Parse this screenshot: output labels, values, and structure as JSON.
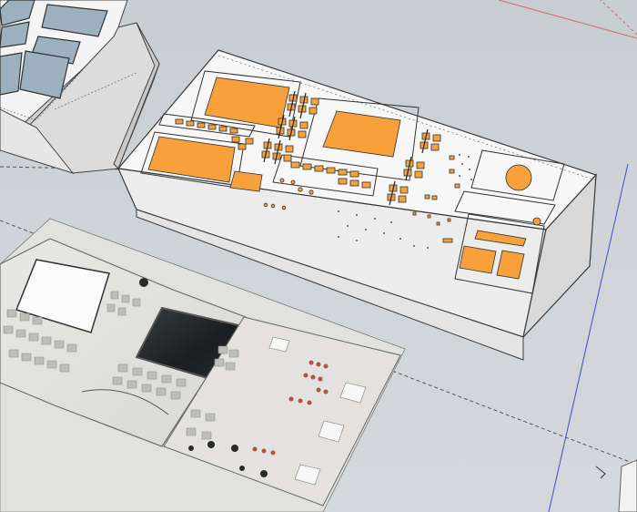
{
  "app": {
    "kind": "3d-modeling-viewport",
    "view": "perspective"
  },
  "colors": {
    "sky": "#c8cdd2",
    "ground": "#d3d8dc",
    "panel_face": "#f7f7f7",
    "panel_side": "#e3e3e3",
    "panel_dark_side": "#cfcfcf",
    "edge": "#3a3a3a",
    "orange": "#f7a03c",
    "screen_blue": "#9fb3c0",
    "axis_red": "#d9534f",
    "axis_blue": "#3b50c8",
    "axis_dashed": "#5a5a5a"
  },
  "scene": {
    "objects": [
      {
        "name": "upper-console-block",
        "material": "white-with-blue-screens"
      },
      {
        "name": "orange-template-panel",
        "material": "white-with-orange-cutouts"
      },
      {
        "name": "reference-photo-panel",
        "material": "photo-texture"
      }
    ]
  }
}
